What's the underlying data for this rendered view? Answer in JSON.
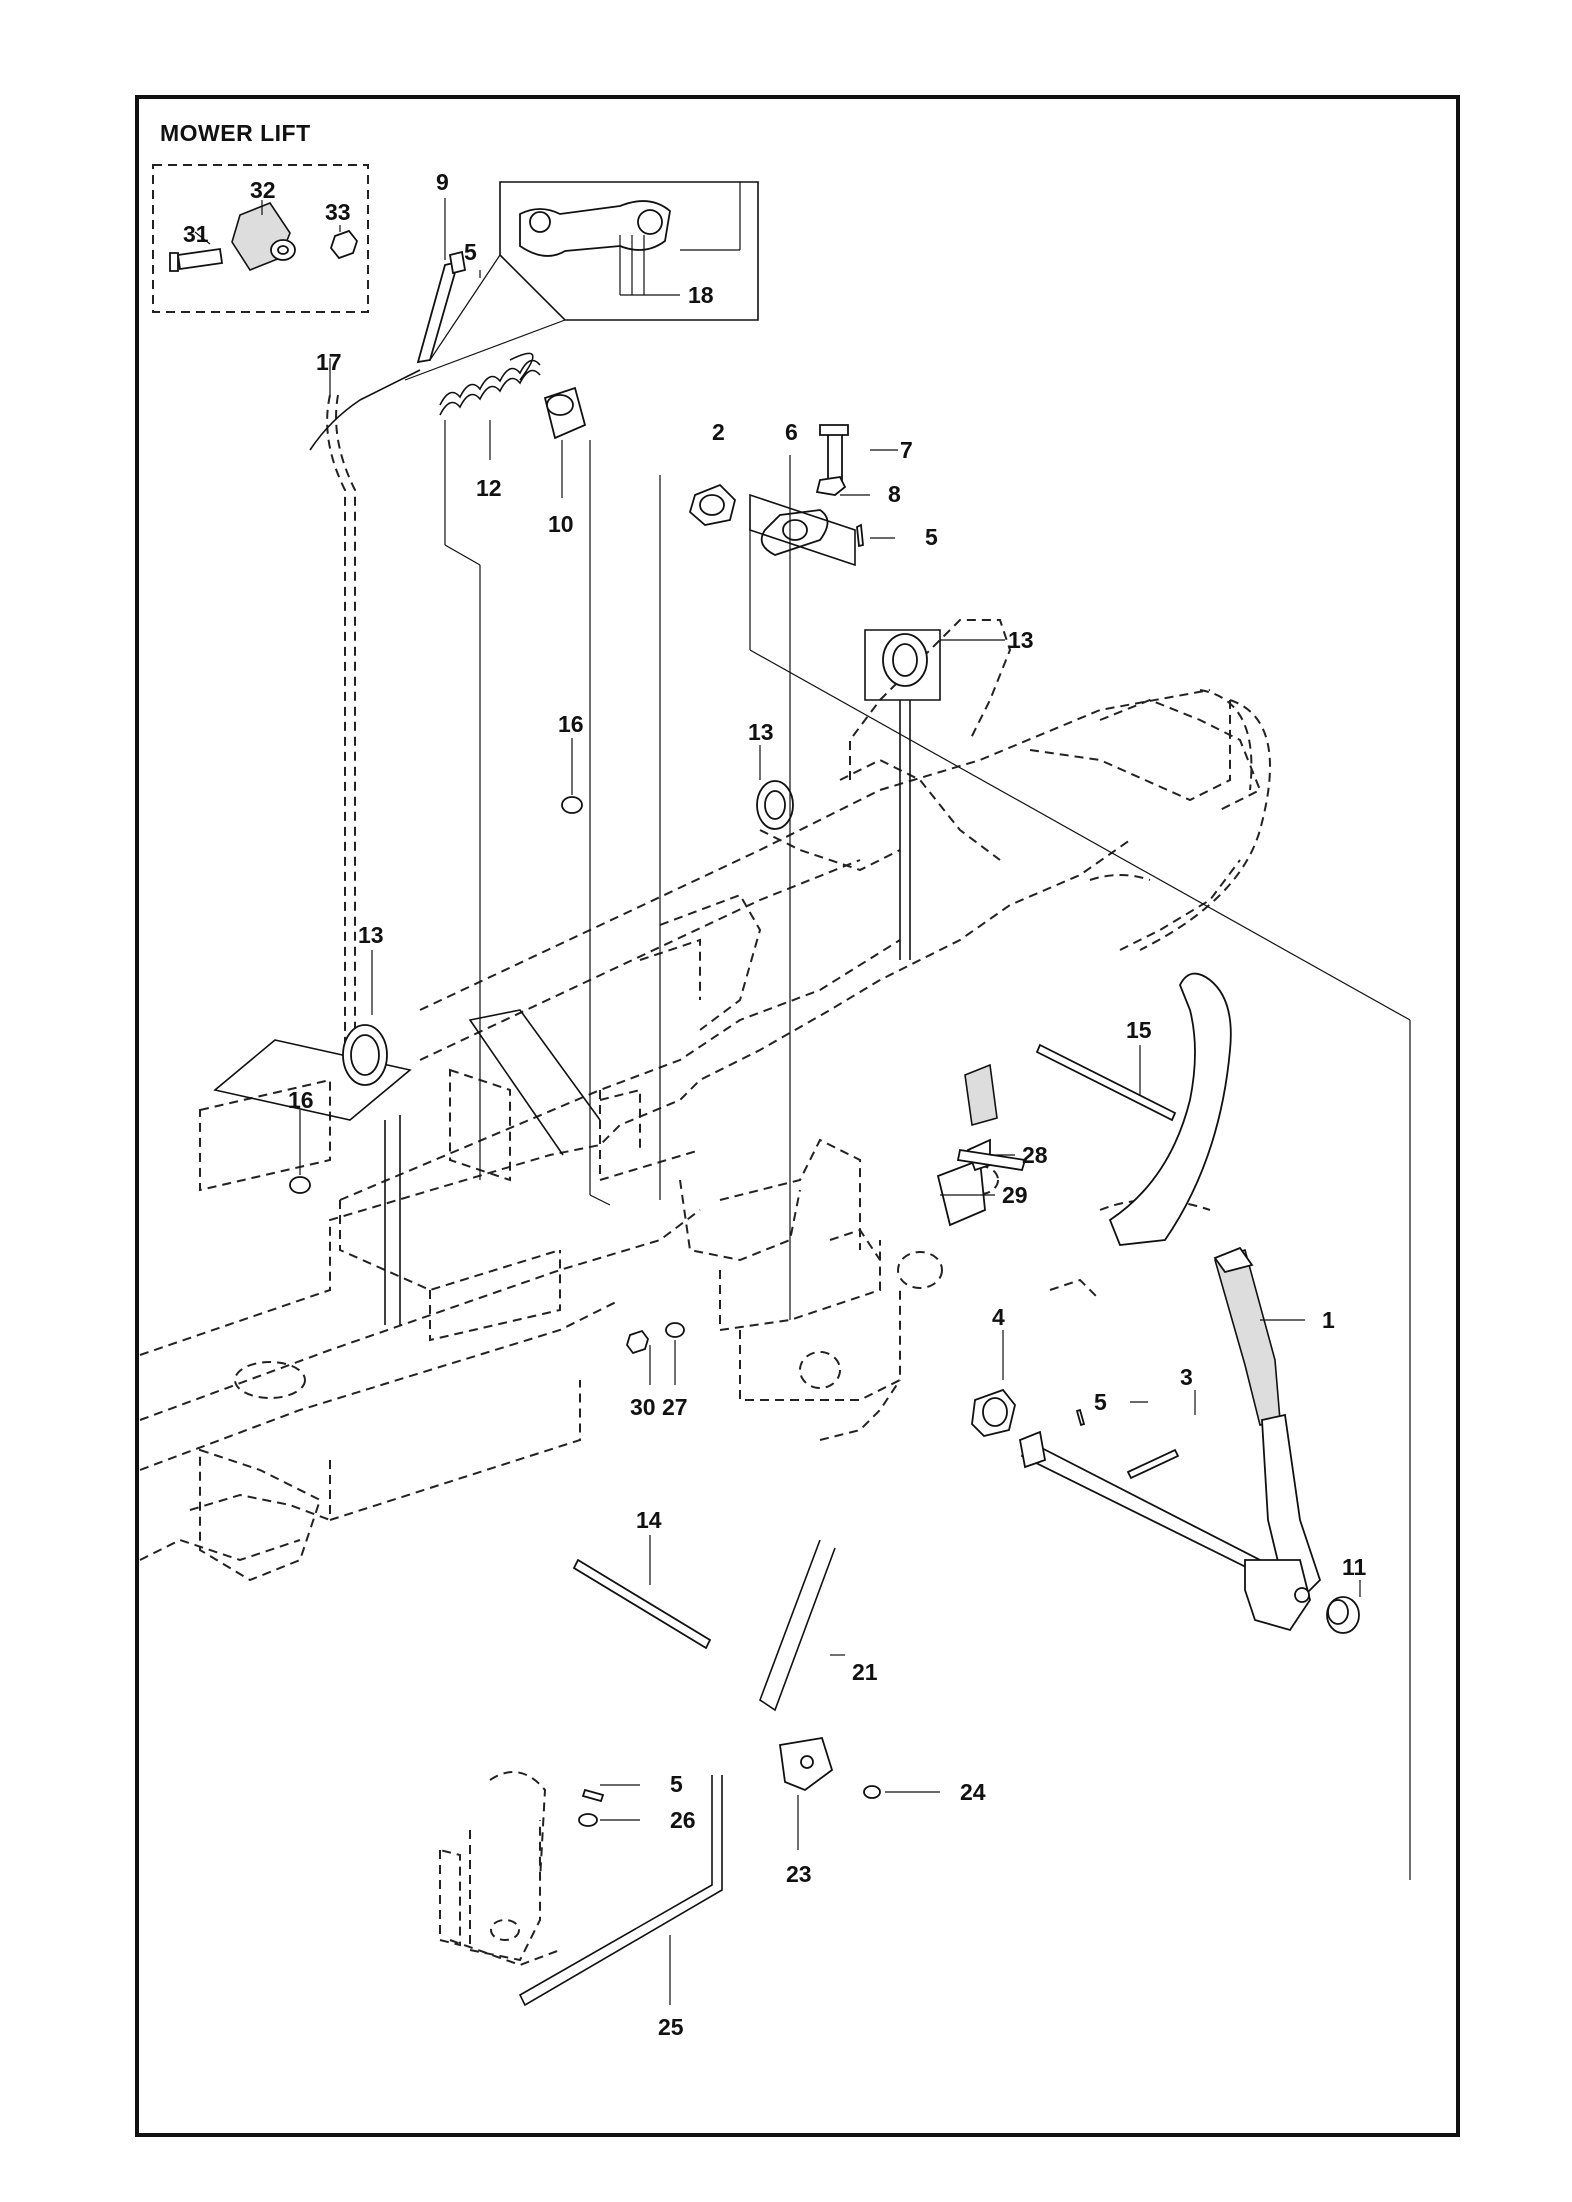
{
  "title": "MOWER LIFT",
  "callouts": [
    {
      "id": "c1",
      "label": "1"
    },
    {
      "id": "c2",
      "label": "2"
    },
    {
      "id": "c3",
      "label": "3"
    },
    {
      "id": "c4",
      "label": "4"
    },
    {
      "id": "c5a",
      "label": "5"
    },
    {
      "id": "c5b",
      "label": "5"
    },
    {
      "id": "c5c",
      "label": "5"
    },
    {
      "id": "c5d",
      "label": "5"
    },
    {
      "id": "c6",
      "label": "6"
    },
    {
      "id": "c7",
      "label": "7"
    },
    {
      "id": "c8",
      "label": "8"
    },
    {
      "id": "c9",
      "label": "9"
    },
    {
      "id": "c10",
      "label": "10"
    },
    {
      "id": "c11",
      "label": "11"
    },
    {
      "id": "c12",
      "label": "12"
    },
    {
      "id": "c13a",
      "label": "13"
    },
    {
      "id": "c13b",
      "label": "13"
    },
    {
      "id": "c13c",
      "label": "13"
    },
    {
      "id": "c14",
      "label": "14"
    },
    {
      "id": "c15",
      "label": "15"
    },
    {
      "id": "c16a",
      "label": "16"
    },
    {
      "id": "c16b",
      "label": "16"
    },
    {
      "id": "c17",
      "label": "17"
    },
    {
      "id": "c18",
      "label": "18"
    },
    {
      "id": "c21",
      "label": "21"
    },
    {
      "id": "c23",
      "label": "23"
    },
    {
      "id": "c24",
      "label": "24"
    },
    {
      "id": "c25",
      "label": "25"
    },
    {
      "id": "c26",
      "label": "26"
    },
    {
      "id": "c27",
      "label": "27"
    },
    {
      "id": "c28",
      "label": "28"
    },
    {
      "id": "c29",
      "label": "29"
    },
    {
      "id": "c30",
      "label": "30"
    },
    {
      "id": "c31",
      "label": "31"
    },
    {
      "id": "c32",
      "label": "32"
    },
    {
      "id": "c33",
      "label": "33"
    }
  ]
}
